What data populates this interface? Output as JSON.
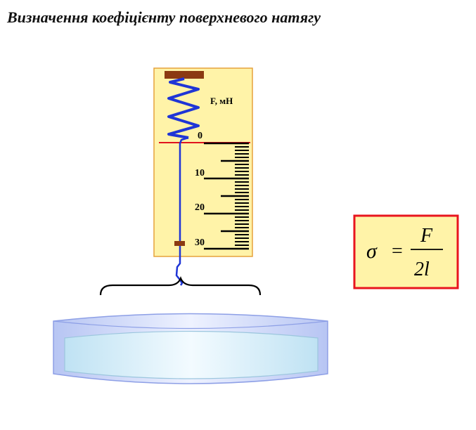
{
  "title": "Визначення коефіцієнту поверхневого натягу",
  "dynamometer": {
    "unit_label": "F, мН",
    "scale_labels": [
      "0",
      "10",
      "20",
      "30"
    ],
    "scale_values": [
      0,
      10,
      20,
      30
    ]
  },
  "formula": {
    "lhs": "σ",
    "equals": "=",
    "numerator": "F",
    "denominator": "2l"
  },
  "colors": {
    "panel_fill": "#fff3a8",
    "panel_border": "#e6a23c",
    "spring": "#1f35d6",
    "zero_line": "#e0141e",
    "cap": "#8b3a12",
    "formula_border": "#e8141e",
    "dish_rim": "#aebef2",
    "water": "#d2ebf6"
  }
}
